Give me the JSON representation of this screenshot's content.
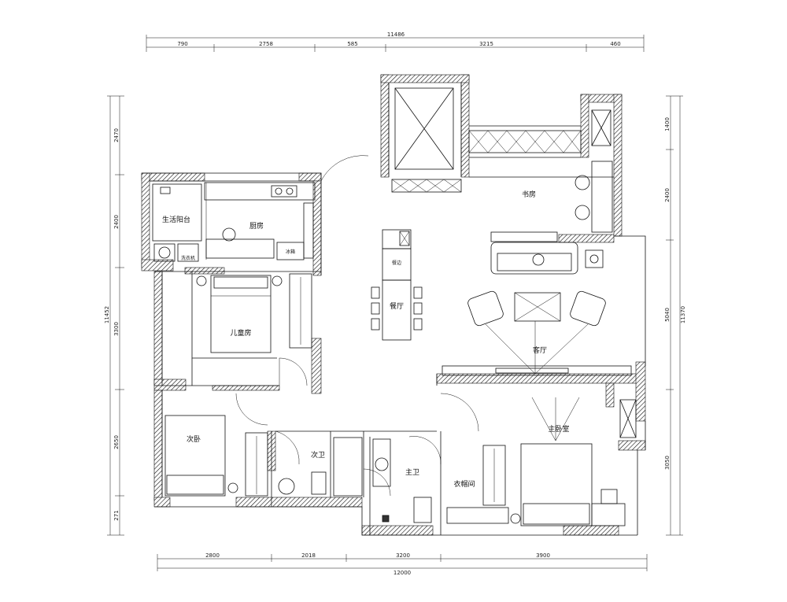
{
  "dimensions": {
    "top_total": "11486",
    "top_segments": [
      "790",
      "2758",
      "585",
      "3215",
      "460"
    ],
    "bottom_total": "12000",
    "bottom_segments": [
      "2800",
      "2018",
      "3200",
      "3900"
    ],
    "left_total": "11452",
    "left_segments": [
      "2470",
      "2400",
      "3300",
      "2650",
      "271"
    ],
    "right_total": "11370",
    "right_segments": [
      "1400",
      "2400",
      "5040",
      "3050"
    ]
  },
  "rooms": {
    "utility": "生活阳台",
    "kitchen": "厨房",
    "kids_room": "儿童房",
    "dining": "餐厅",
    "study": "书房",
    "living": "客厅",
    "second_bedroom": "次卧",
    "bathroom_1": "次卫",
    "bathroom_2": "主卫",
    "cloakroom": "衣帽间",
    "master_bedroom": "主卧室"
  },
  "fixture_labels": {
    "fridge": "冰箱",
    "washer": "洗衣机",
    "sideboard": "餐边"
  }
}
